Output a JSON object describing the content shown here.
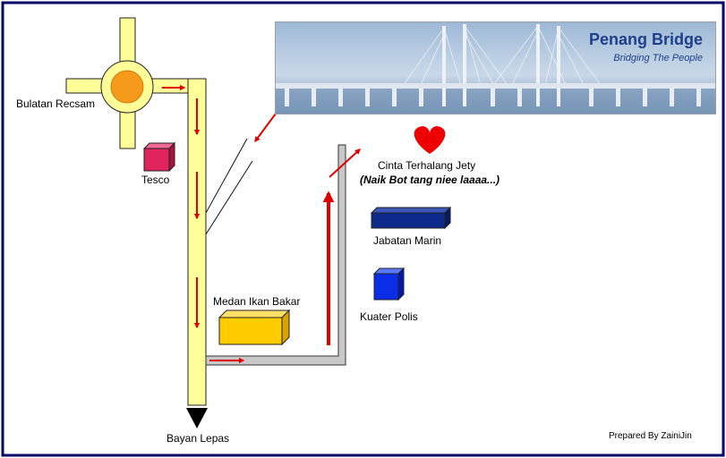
{
  "map": {
    "labels": {
      "roundabout": "Bulatan Recsam",
      "tesco": "Tesco",
      "jetty": "Cinta Terhalang Jety",
      "jetty_note": "(Naik Bot tang niee laaaa...)",
      "marine": "Jabatan Marin",
      "grill": "Medan Ikan Bakar",
      "police": "Kuater Polis",
      "destination": "Bayan Lepas",
      "credit": "Prepared By ZainiJin"
    },
    "banner": {
      "title": "Penang Bridge",
      "subtitle": "Bridging The People"
    },
    "icons": {
      "jetty": "heart-icon",
      "tesco": "magenta-box-icon",
      "marine": "navy-box-icon",
      "grill": "yellow-box-icon",
      "police": "blue-box-icon"
    },
    "colors": {
      "road": "#ffff99",
      "road_outline": "#222222",
      "side_road": "#c8c8c8",
      "arrow": "#e00000",
      "roundabout_center": "#f59a1a",
      "tesco": "#e0245e",
      "marine": "#0c2a8c",
      "grill": "#ffcc00",
      "police": "#0a2ee8",
      "heart": "#ee0000",
      "frame": "#000066"
    }
  }
}
